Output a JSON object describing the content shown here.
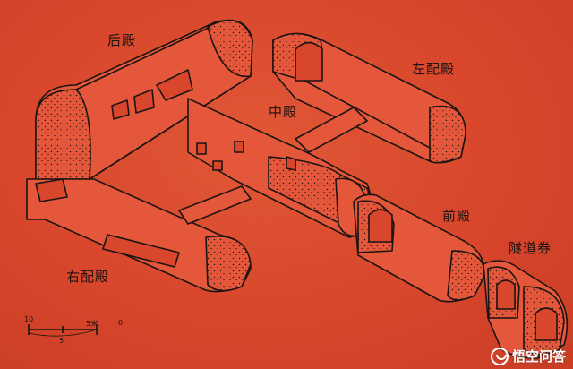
{
  "labels": {
    "rear_hall": "后殿",
    "left_side_hall": "左配殿",
    "middle_hall": "中殿",
    "front_hall": "前殿",
    "tunnel_arch": "隧道券",
    "right_side_hall": "右配殿"
  },
  "scale_bar": {
    "t0": "10",
    "t1": "5",
    "t2": "5米",
    "t3": "0"
  },
  "watermark": {
    "text": "悟空问答",
    "icon": "wukong-logo-icon"
  },
  "colors": {
    "background": "#d9492c",
    "ink": "#1d1412",
    "vault_fill": "#e4573a"
  }
}
